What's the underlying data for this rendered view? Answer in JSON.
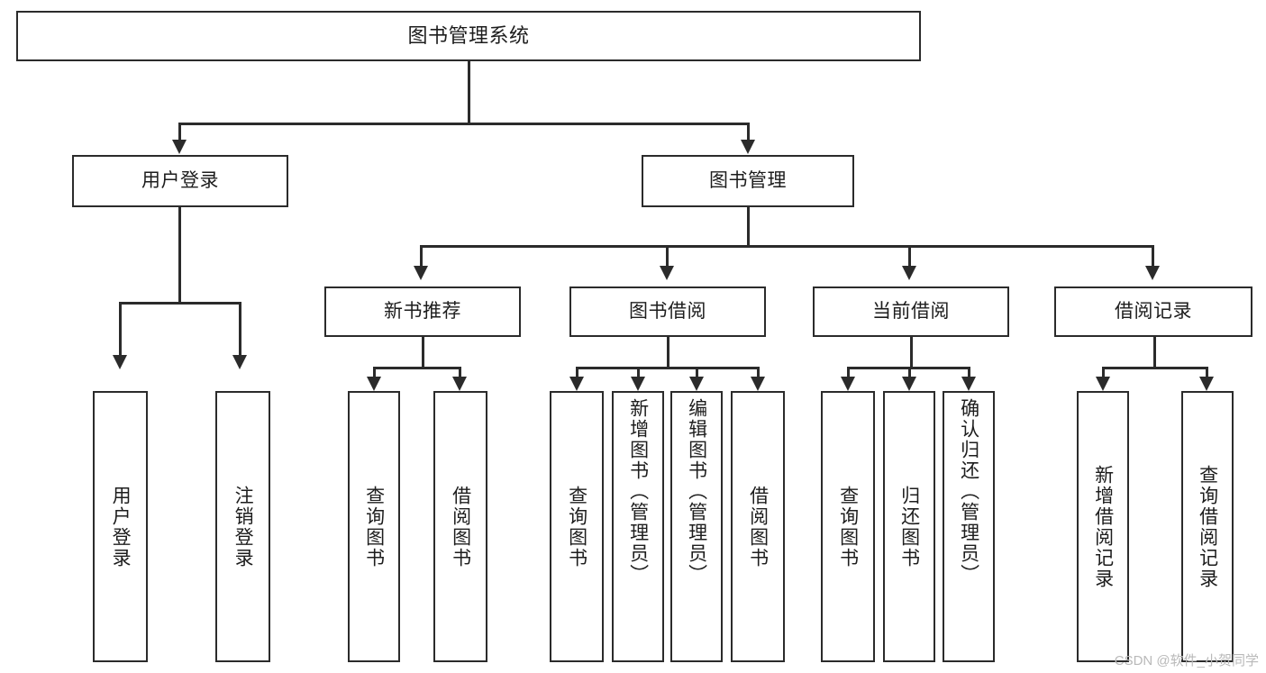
{
  "diagram": {
    "title": "图书管理系统",
    "type": "hierarchy-tree",
    "root": {
      "label": "图书管理系统"
    },
    "tier1": [
      {
        "key": "user-login",
        "label": "用户登录"
      },
      {
        "key": "book-management",
        "label": "图书管理"
      }
    ],
    "tier2": [
      {
        "key": "new-book-recommend",
        "label": "新书推荐"
      },
      {
        "key": "book-borrow",
        "label": "图书借阅"
      },
      {
        "key": "current-borrow",
        "label": "当前借阅"
      },
      {
        "key": "borrow-record",
        "label": "借阅记录"
      }
    ],
    "leaves": {
      "user_login": [
        {
          "key": "user-login-leaf",
          "label": "用户登录"
        },
        {
          "key": "logout-leaf",
          "label": "注销登录"
        }
      ],
      "new_book_recommend": [
        {
          "key": "query-book-1",
          "label": "查询图书"
        },
        {
          "key": "borrow-book-1",
          "label": "借阅图书"
        }
      ],
      "book_borrow": [
        {
          "key": "query-book-2",
          "label": "查询图书"
        },
        {
          "key": "add-book",
          "label": "新增图书（管理员）"
        },
        {
          "key": "edit-book",
          "label": "编辑图书（管理员）"
        },
        {
          "key": "borrow-book-2",
          "label": "借阅图书"
        }
      ],
      "current_borrow": [
        {
          "key": "query-book-3",
          "label": "查询图书"
        },
        {
          "key": "return-book",
          "label": "归还图书"
        },
        {
          "key": "confirm-return",
          "label": "确认归还（管理员）"
        }
      ],
      "borrow_record": [
        {
          "key": "add-borrow-record",
          "label": "新增借阅记录"
        },
        {
          "key": "query-borrow-record",
          "label": "查询借阅记录"
        }
      ]
    }
  },
  "watermark": {
    "text": "CSDN @软件_小贺同学"
  },
  "colors": {
    "stroke": "#2b2b2b",
    "text": "#1d1d1d",
    "background": "#ffffff",
    "watermark": "#b9b9b9"
  }
}
